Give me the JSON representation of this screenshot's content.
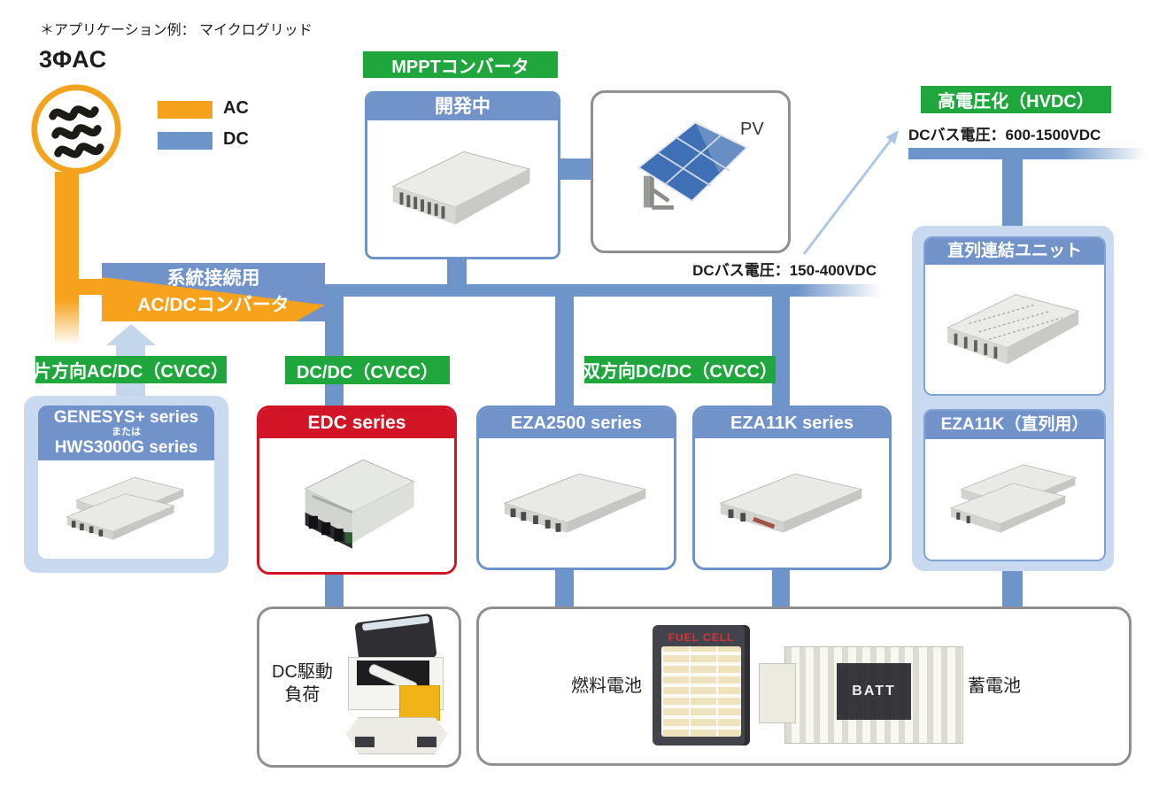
{
  "note": "＊アプリケーション例： マイクログリッド",
  "source": {
    "label": "3ΦAC"
  },
  "legend": {
    "ac": "AC",
    "dc": "DC"
  },
  "converter": {
    "line1": "系統接続用",
    "line2": "AC/DCコンバータ"
  },
  "tags": {
    "mppt": "MPPTコンバータ",
    "hvdc": "高電圧化（HVDC）",
    "unidirectional": "片方向AC/DC（CVCC）",
    "dcdc": "DC/DC（CVCC）",
    "bidirectional": "双方向DC/DC（CVCC）"
  },
  "bus": {
    "main_voltage": "DCバス電圧：150-400VDC",
    "hvdc_voltage": "DCバス電圧：600-1500VDC"
  },
  "boxes": {
    "under_development": {
      "title": "開発中"
    },
    "pv": {
      "label": "PV"
    },
    "genesys": {
      "line1": "GENESYS+ series",
      "line2": "または",
      "line3": "HWS3000G series"
    },
    "edc": {
      "title": "EDC series"
    },
    "eza2500": {
      "title": "EZA2500 series"
    },
    "eza11k": {
      "title": "EZA11K series"
    },
    "series_link_unit": {
      "title": "直列連結ユニット"
    },
    "eza11k_series_use": {
      "title": "EZA11K（直列用）"
    }
  },
  "loads": {
    "dc_load": {
      "line1": "DC駆動",
      "line2": "負荷"
    },
    "fuel_cell": {
      "label": "燃料電池",
      "image_text": "FUEL CELL"
    },
    "battery": {
      "label": "蓄電池",
      "image_text": "BATT"
    }
  },
  "colors": {
    "accent_green": "#1fa63d",
    "bus_blue": "#6e95c9",
    "header_blue": "#7193c9",
    "panel_pale_blue": "#c9daf0",
    "ac_orange": "#f6a21d",
    "edc_red": "#d11527",
    "gray_border": "#8f8f8f"
  }
}
